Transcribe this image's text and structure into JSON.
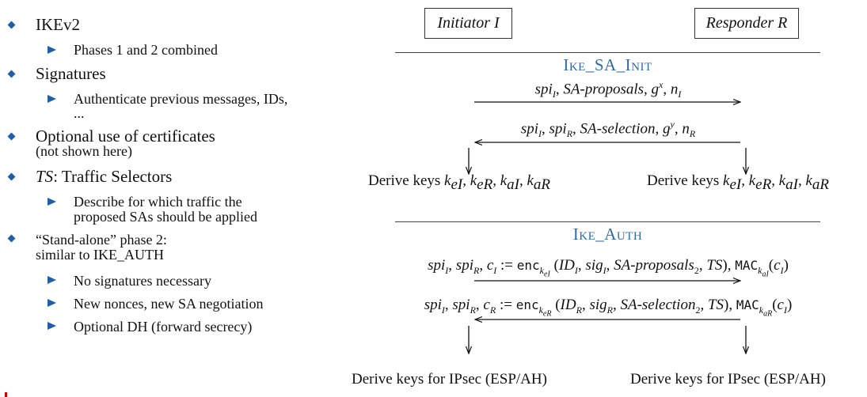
{
  "bullets": [
    {
      "text": "IKEv2",
      "sub": [
        "Phases 1 and 2 combined"
      ]
    },
    {
      "text": "Signatures",
      "sub": [
        "Authenticate previous messages, IDs,",
        "..."
      ]
    },
    {
      "text": "Optional use of certificates",
      "note": "(not shown here)"
    },
    {
      "text_italic": "TS",
      "text_rest": ": Traffic Selectors",
      "sub": [
        "Describe for which traffic the",
        "proposed SAs should be applied"
      ]
    },
    {
      "text": "“Stand-alone” phase 2:",
      "line2": "similar to IKE_AUTH",
      "sub": [
        "No signatures necessary",
        "New nonces, new SA negotiation",
        "Optional DH (forward secrecy)"
      ]
    }
  ],
  "diagram": {
    "initiator": "Initiator I",
    "responder": "Responder R",
    "phase1_title": "Ike_SA_Init",
    "phase2_title": "Ike_Auth",
    "derive_keys_prefix": "Derive keys",
    "derive_ipsec": "Derive keys for IPsec (ESP/AH)",
    "enc": "enc",
    "mac": "MAC"
  },
  "colors": {
    "accent": "#1f5ea8",
    "phase": "#2d6aa8"
  }
}
